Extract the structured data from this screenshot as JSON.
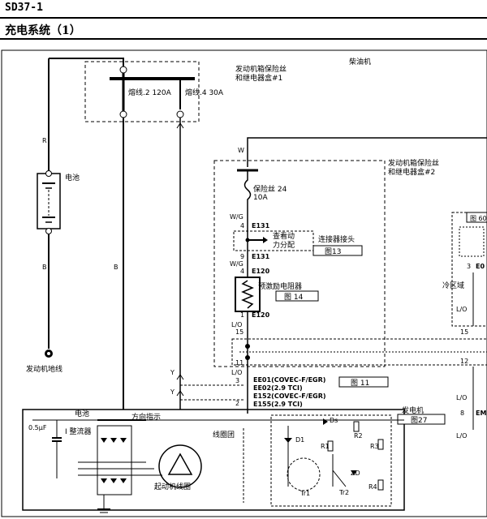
{
  "header": {
    "code": "SD37-1",
    "title": "充电系统（1）"
  },
  "labels": {
    "engine_box_1": "发动机箱保险丝",
    "relay_box_1": "和继电器盒#1",
    "diesel": "柴油机",
    "fuse2": "熔线.2 120A",
    "fuse4": "熔线.4 30A",
    "battery": "电池",
    "ground": "发动机地线",
    "wire_r": "R",
    "wire_b_left": "B",
    "wire_b_mid": "B",
    "wire_w": "W",
    "engine_box_2": "发动机箱保险丝",
    "relay_box_2": "和继电器盒#2",
    "fuse24": "保险丝 24",
    "fuse24_amp": "10A",
    "wg1": "W/G",
    "pin4a": "4",
    "e131a": "E131",
    "power_dist_1": "查看动",
    "power_dist_2": "力分配",
    "connector_ref": "连接器接头",
    "fig13": "图13",
    "pin9": "9",
    "e131b": "E131",
    "wg2": "W/G",
    "pin4b": "4",
    "e120a": "E120",
    "preexcite": "预激励电阻器",
    "fig14": "图 14",
    "pin1": "1",
    "e120b": "E120",
    "lo1": "L/O",
    "pin15": "15",
    "pin11": "11",
    "lo2": "L/O",
    "pin3": "3",
    "ee01": "EE01(COVEC-F/EGR)",
    "ee02": "EE02(2.9 TCI)",
    "fig11": "图 11",
    "pin2": "2",
    "e152": "E152(COVEC-F/EGR)",
    "e155": "E155(2.9 TCI)",
    "wire_y1": "Y",
    "wire_y2": "Y",
    "fig60": "图 60",
    "pin3r": "3",
    "e0r": "E0",
    "cold_zone": "冷区域",
    "lo_r1": "L/O",
    "pin15r": "15",
    "pin12r": "12",
    "lo_r2": "L/O",
    "pin8r": "8",
    "emr": "EM",
    "lo_r3": "L/O",
    "battery_term": "电池",
    "direction": "方向指示",
    "alternator": "发电机",
    "fig27": "图27",
    "cap": "0.5μF",
    "rectifier": "I 整流器",
    "coil": "线圈团",
    "stator": "起动机线圈",
    "d1": "D1",
    "d2": "Ds",
    "r1": "R1",
    "r2": "R2",
    "r3": "R3",
    "r4": "R4",
    "zd": "ZD",
    "tr1": "Tr1",
    "tr2": "Tr2"
  }
}
